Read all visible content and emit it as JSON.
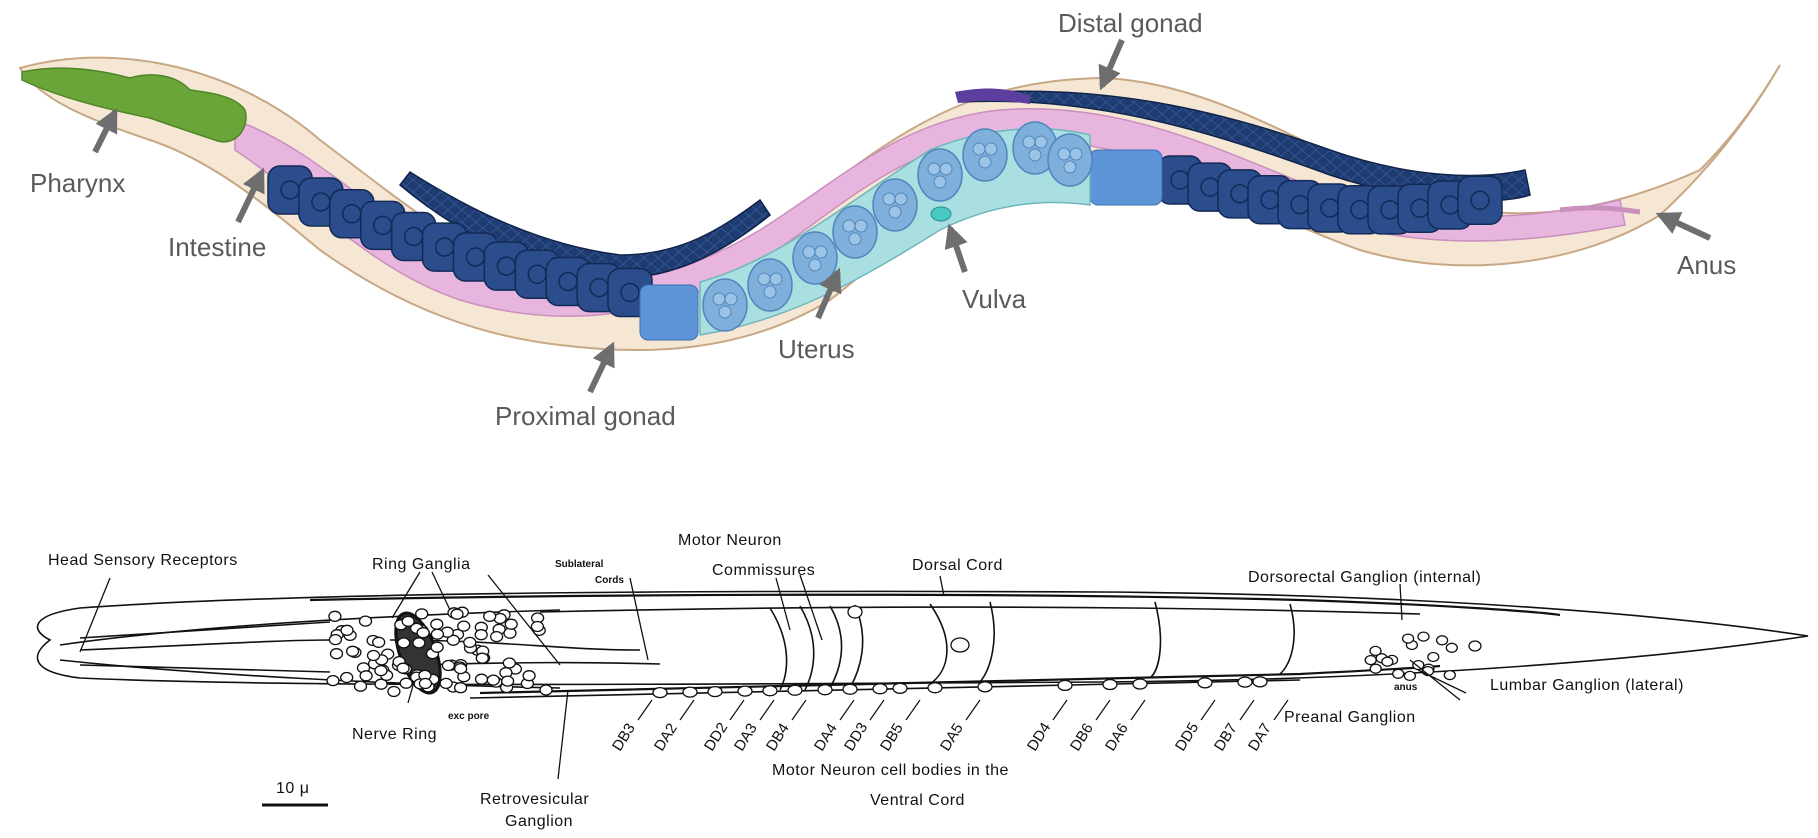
{
  "top_diagram": {
    "labels": {
      "pharynx": "Pharynx",
      "intestine": "Intestine",
      "distal_gonad": "Distal gonad",
      "proximal_gonad": "Proximal gonad",
      "uterus": "Uterus",
      "vulva": "Vulva",
      "anus": "Anus"
    },
    "colors": {
      "cuticle": "#f6e6d4",
      "cuticle_edge": "#c8a884",
      "pharynx": "#6aa53a",
      "intestine": "#e8b5de",
      "gonad": "#1f3c72",
      "gonad_cell": "#2b4d8c",
      "uterus": "#a9dfe0",
      "embryo": "#7fb0dc",
      "spermatheca": "#5e94d8",
      "arrow": "#6e6e6e"
    }
  },
  "bottom_diagram": {
    "labels": {
      "head_sensory": "Head Sensory Receptors",
      "ring_ganglia": "Ring Ganglia",
      "sublateral": "Sublateral",
      "cords": "Cords",
      "motor_neuron": "Motor Neuron",
      "commissures": "Commissures",
      "dorsal_cord": "Dorsal Cord",
      "dorsorectal": "Dorsorectal Ganglion (internal)",
      "lumbar": "Lumbar Ganglion (lateral)",
      "anus_small": "anus",
      "preanal": "Preanal Ganglion",
      "nerve_ring": "Nerve Ring",
      "exc_pore": "exc pore",
      "retro_1": "Retrovesicular",
      "retro_2": "Ganglion",
      "cell_bodies_1": "Motor Neuron cell bodies in the",
      "cell_bodies_2": "Ventral Cord",
      "scale": "10 μ"
    },
    "neurons": [
      "DB3",
      "DA2",
      "DD2",
      "DA3",
      "DB4",
      "DA4",
      "DD3",
      "DB5",
      "DA5",
      "DD4",
      "DB6",
      "DA6",
      "DD5",
      "DB7",
      "DA7"
    ]
  }
}
